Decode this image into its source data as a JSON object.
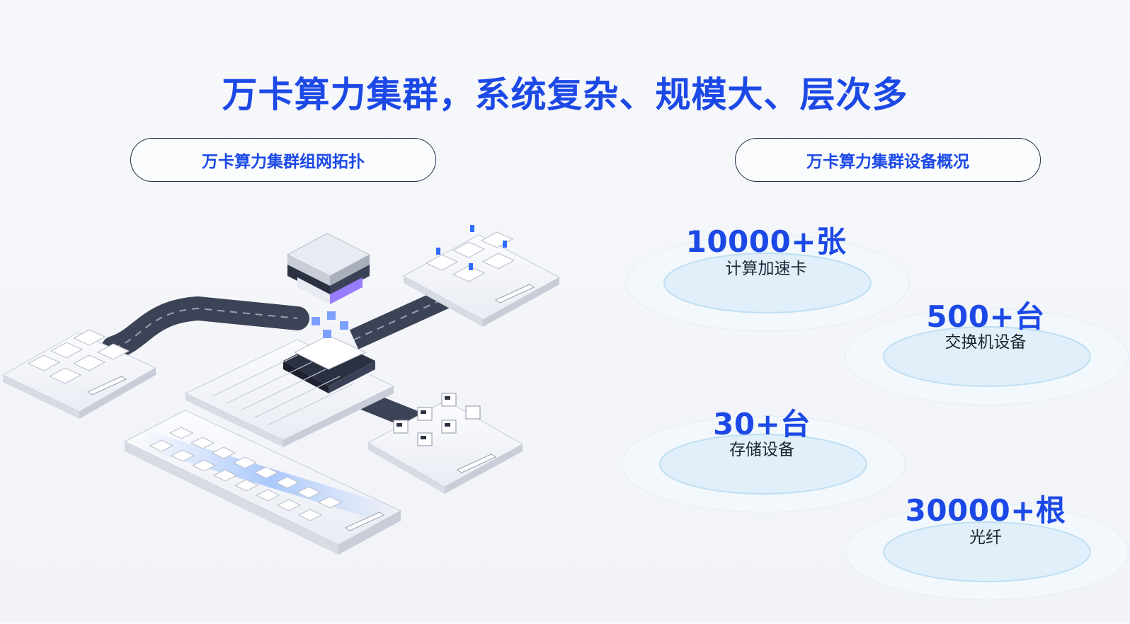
{
  "header": {
    "title": "万卡算力集群，系统复杂、规模大、层次多"
  },
  "sections": {
    "topology_label": "万卡算力集群组网拓扑",
    "overview_label": "万卡算力集群设备概况"
  },
  "stats": [
    {
      "value": "10000+张",
      "label": "计算加速卡"
    },
    {
      "value": "500+台",
      "label": "交换机设备"
    },
    {
      "value": "30+台",
      "label": "存储设备"
    },
    {
      "value": "30000+根",
      "label": "光纤"
    }
  ],
  "colors": {
    "accent": "#1c49e6",
    "outline": "#1d2a4c",
    "dish": "#d8ecf8"
  }
}
